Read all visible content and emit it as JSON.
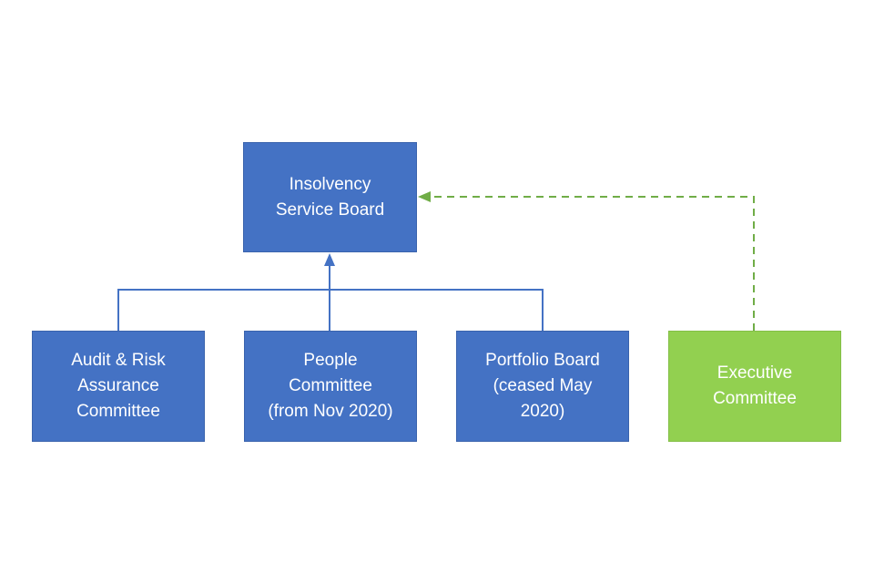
{
  "diagram": {
    "colors": {
      "box_blue": "#4472c4",
      "box_green": "#92d050",
      "connector_blue": "#4472c4",
      "connector_green": "#70ad47",
      "text": "#ffffff"
    },
    "top_node": {
      "label": "Insolvency\nService Board"
    },
    "committees": [
      {
        "label": "Audit & Risk\nAssurance\nCommittee"
      },
      {
        "label": "People\nCommittee\n(from Nov 2020)"
      },
      {
        "label": "Portfolio Board\n(ceased May\n2020)"
      }
    ],
    "side_node": {
      "label": "Executive\nCommittee",
      "link_style": "dashed"
    }
  }
}
